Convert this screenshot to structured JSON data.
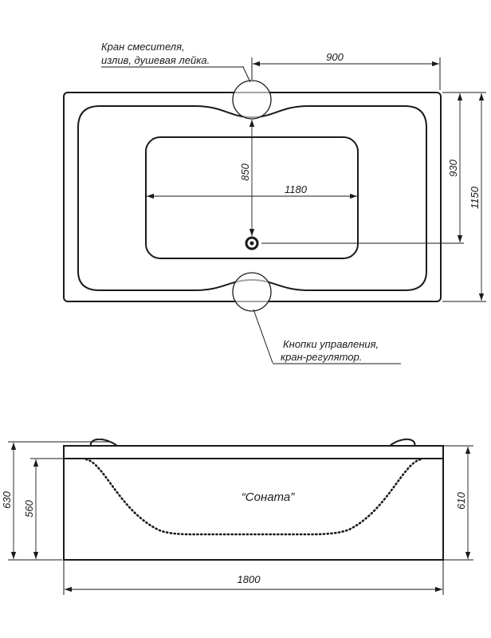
{
  "top_view": {
    "callout_mixer": [
      "Кран смесителя,",
      "излив, душевая лейка."
    ],
    "callout_controls": [
      "Кнопки управления,",
      "кран-регулятор."
    ],
    "dim_900": "900",
    "dim_930": "930",
    "dim_1150": "1150",
    "dim_850": "850",
    "dim_1180": "1180"
  },
  "side_view": {
    "model_name": "“Соната”",
    "dim_630": "630",
    "dim_560": "560",
    "dim_610": "610",
    "dim_1800": "1800"
  }
}
